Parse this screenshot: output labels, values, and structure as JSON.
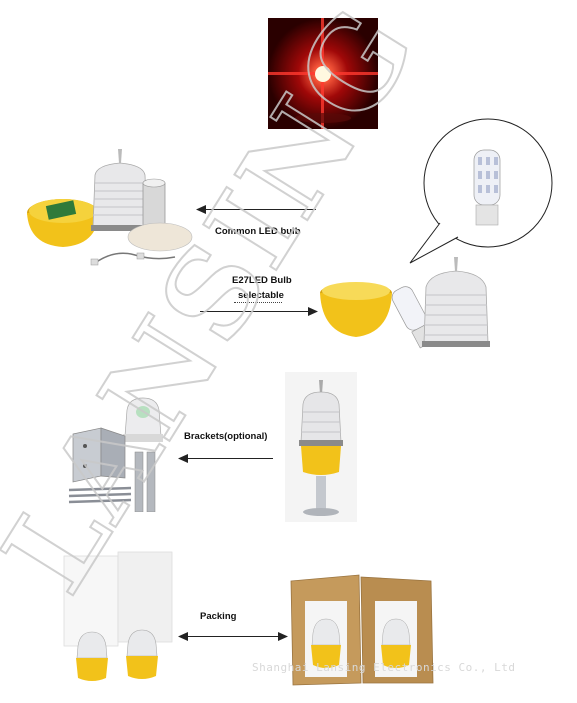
{
  "labels": {
    "common": "Common LED bulb",
    "e27_line1": "E27LED Bulb",
    "e27_line2": "selectable",
    "brackets": "Brackets(optional)",
    "packing": "Packing"
  },
  "watermark": {
    "text": "LANSING",
    "company": "Shanghai Lansing Electronics Co., Ltd"
  },
  "colors": {
    "light_yellow": "#f2c21a",
    "red_glow": "#ff2a20",
    "cardboard": "#c59a5c"
  }
}
